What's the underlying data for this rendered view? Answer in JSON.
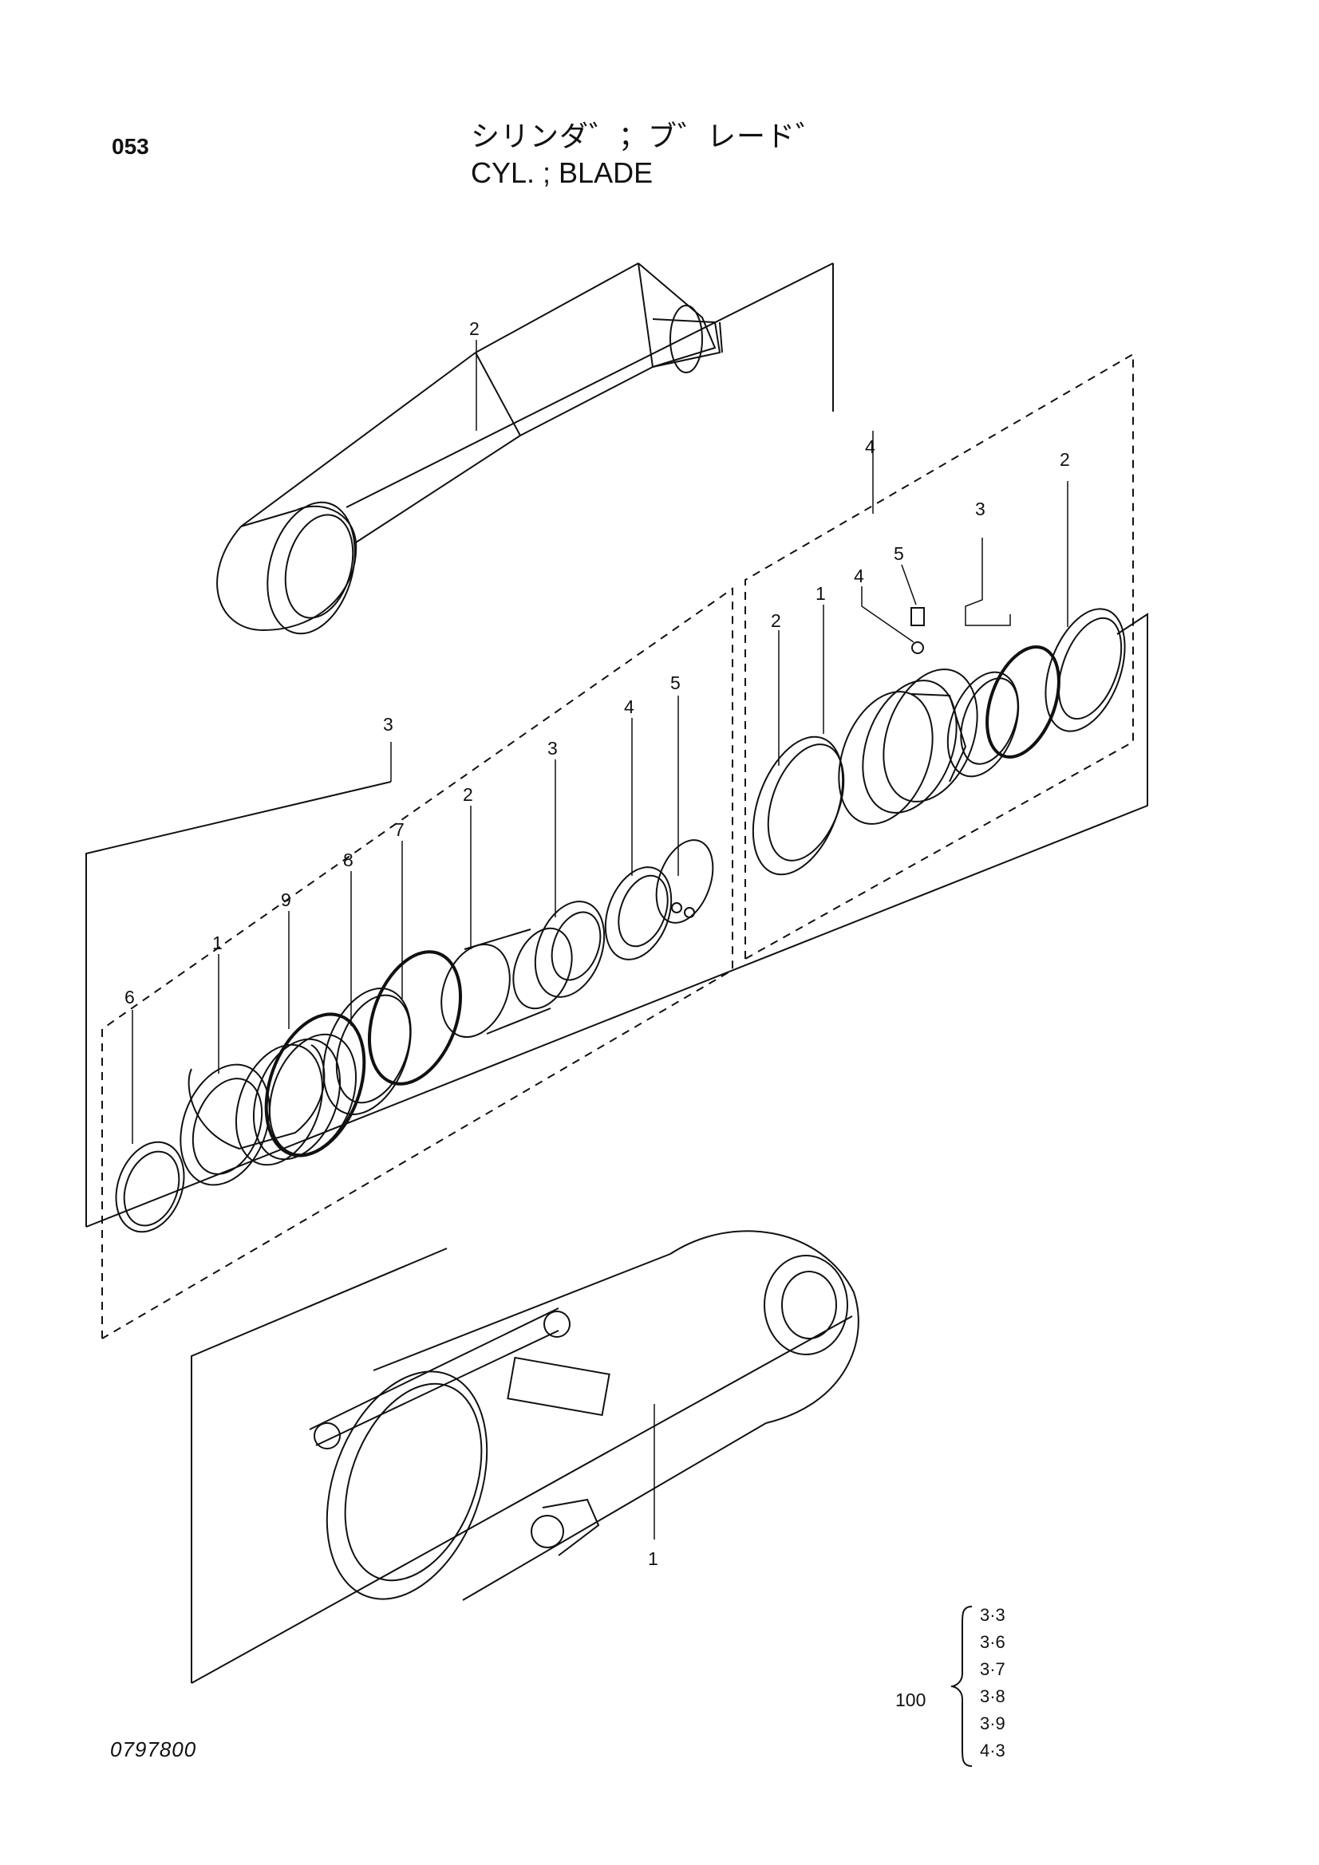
{
  "page": {
    "number": "053",
    "title_jp": "シリンダ゛；ブ゛レード゛",
    "title_en": "CYL. ; BLADE",
    "drawing_code": "0797800"
  },
  "callouts": {
    "rod": "2",
    "rod_assembly": "4",
    "rod_assembly_item_2_top": "2",
    "rod_assembly_item_3_top": "3",
    "rod_assembly_item_5": "5",
    "rod_assembly_item_4": "4",
    "rod_assembly_item_2": "2",
    "rod_assembly_item_1": "1",
    "head_assembly": "3",
    "head_item_5": "5",
    "head_item_4": "4",
    "head_item_3": "3",
    "head_item_2": "2",
    "head_item_7": "7",
    "head_item_8": "8",
    "head_item_9": "9",
    "head_item_1": "1",
    "head_item_6": "6",
    "cylinder_tube": "1"
  },
  "seal_kit": {
    "quantity_label": "100",
    "items": [
      "3·3",
      "3·6",
      "3·7",
      "3·8",
      "3·9",
      "4·3"
    ]
  }
}
